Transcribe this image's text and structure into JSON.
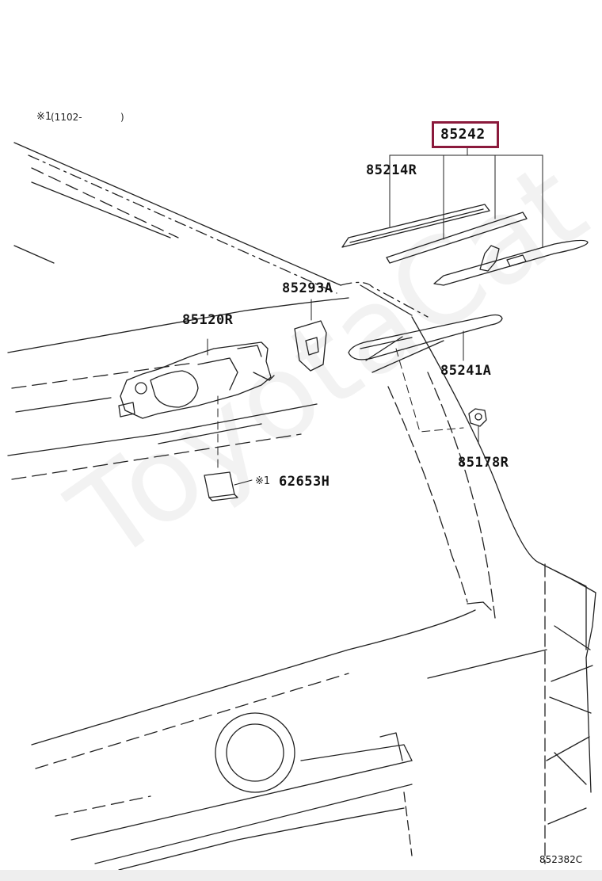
{
  "note": {
    "mark": "※1",
    "range": "(1102-",
    "close": ")"
  },
  "parts": {
    "wiper_blade_assy": "85242",
    "blade_rubber": "85214R",
    "bracket_cover": "85293A",
    "wiper_motor": "85120R",
    "wiper_arm": "85241A",
    "arm_nut": "85178R",
    "label_note_mark": "※1",
    "label": "62653H"
  },
  "highlighted_part": "85242",
  "diagram_code": "852382C",
  "watermark": "ToyotaCat",
  "colors": {
    "highlight": "#8b1a3c",
    "line": "#222222"
  }
}
